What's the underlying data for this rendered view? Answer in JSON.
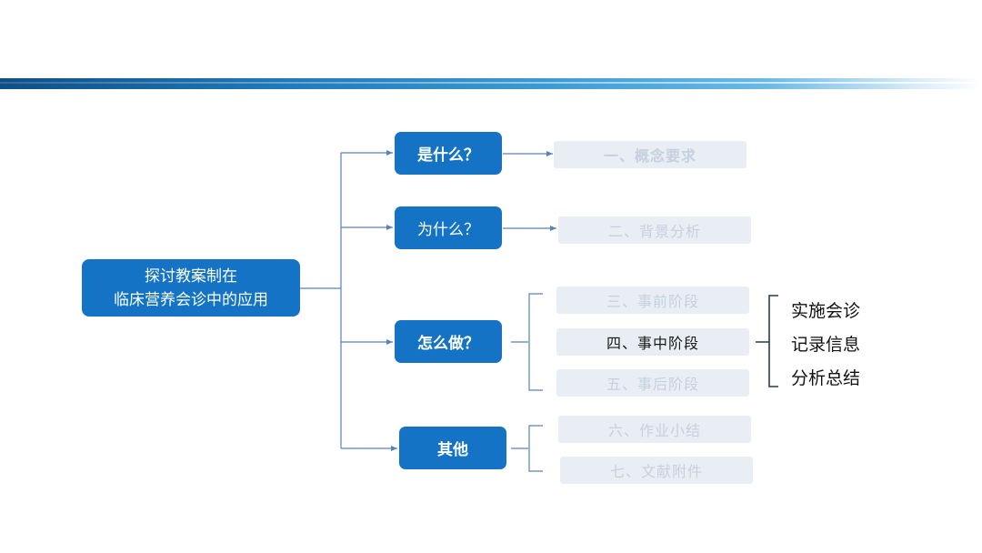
{
  "root": {
    "line1": "探讨教案制在",
    "line2": "临床营养会诊中的应用"
  },
  "questions": [
    {
      "label": "是什么？"
    },
    {
      "label": "为什么？"
    },
    {
      "label": "怎么做？"
    },
    {
      "label": "其他"
    }
  ],
  "topics": [
    {
      "label": "一、概念要求"
    },
    {
      "label": "二、背景分析"
    },
    {
      "label": "三、事前阶段"
    },
    {
      "label": "四、事中阶段"
    },
    {
      "label": "五、事后阶段"
    },
    {
      "label": "六、作业小结"
    },
    {
      "label": "七、文献附件"
    }
  ],
  "sub_items": [
    {
      "label": "实施会诊"
    },
    {
      "label": "记录信息"
    },
    {
      "label": "分析总结"
    }
  ],
  "colors": {
    "node_blue": "#1473c4",
    "line_blue": "#5b82b8",
    "topic_bg": "#e9eef5",
    "topic_faded_text": "#c6d0de",
    "topic_active_text": "#1a1a1a",
    "bracket_dark": "#2a3a4c"
  }
}
